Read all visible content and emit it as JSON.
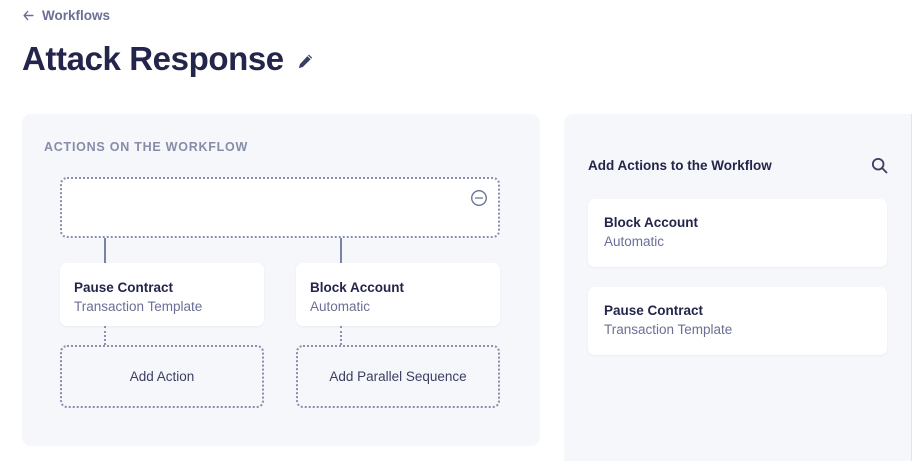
{
  "header": {
    "back_link": "Workflows",
    "back_icon": "arrow-left-icon",
    "title": "Attack Response",
    "edit_icon": "pencil-icon"
  },
  "workflow_panel": {
    "section_label": "ACTIONS ON THE WORKFLOW",
    "trigger": {
      "label": "",
      "remove_icon": "circle-minus-icon"
    },
    "branches": [
      {
        "node": {
          "title": "Pause Contract",
          "subtitle": "Transaction Template"
        },
        "add_button": "Add Action"
      },
      {
        "node": {
          "title": "Block Account",
          "subtitle": "Automatic"
        },
        "add_button": "Add Parallel Sequence"
      }
    ]
  },
  "side_panel": {
    "title": "Add Actions to the Workflow",
    "search_icon": "search-icon",
    "actions": [
      {
        "title": "Block Account",
        "subtitle": "Automatic"
      },
      {
        "title": "Pause Contract",
        "subtitle": "Transaction Template"
      }
    ]
  },
  "colors": {
    "panel_bg": "#f6f7fa",
    "text_dark": "#23254a",
    "text_muted": "#6b6f96",
    "dash_border": "#8b90ae"
  }
}
